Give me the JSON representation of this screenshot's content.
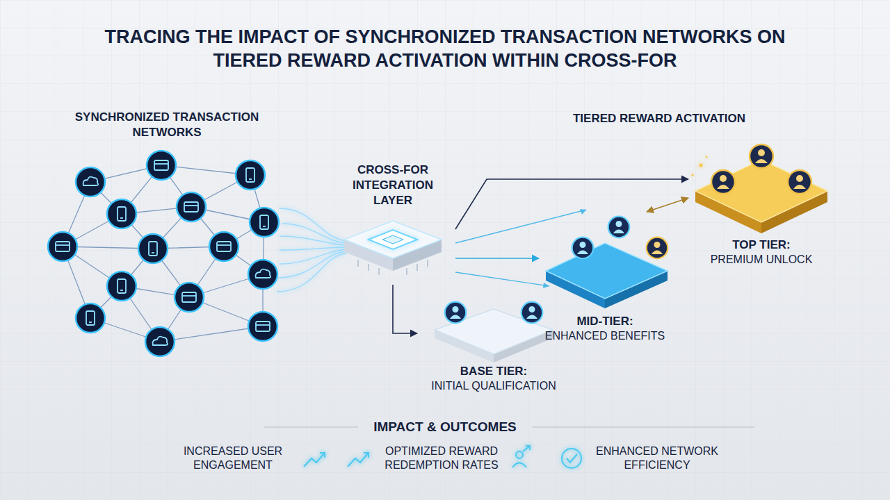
{
  "diagram": {
    "title": "TRACING THE IMPACT OF SYNCHRONIZED TRANSACTION NETWORKS ON TIERED REWARD ACTIVATION WITHIN CROSS-FOR",
    "nodes": [
      {
        "text": [
          "CROSS-FOR INTEGRATION LAYER"
        ]
      },
      {
        "text": [
          "TOP TIER:",
          "PREMIUM UNLOCK"
        ]
      },
      {
        "text": [
          "MID-TIER:",
          "ENHANCED BENEFITS"
        ]
      },
      {
        "text": [
          "BASE TIER:",
          "INITIAL QUALIFICATION"
        ]
      }
    ],
    "edges": [
      {
        "from": 0,
        "to": 3,
        "arrow": "to"
      },
      {
        "from": 0,
        "to": 2,
        "arrow": "to"
      },
      {
        "from": 0,
        "to": 1,
        "arrow": "to"
      },
      {
        "from": 2,
        "to": 1,
        "arrow": "both"
      }
    ],
    "labels": [
      "SYNCHRONIZED TRANSACTION NETWORKS",
      "TIERED REWARD ACTIVATION",
      "IMPACT & OUTCOMES",
      "INCREASED USER ENGAGEMENT",
      "OPTIMIZED REWARD REDEMPTION RATES",
      "ENHANCED NETWORK EFFICIENCY"
    ]
  }
}
